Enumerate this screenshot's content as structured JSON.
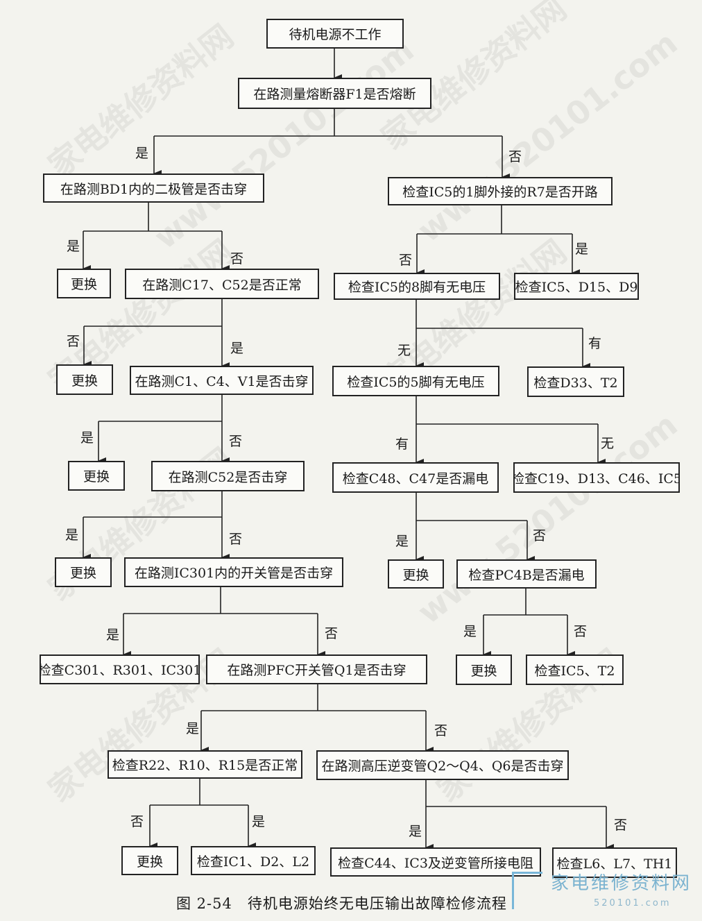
{
  "boxes": {
    "start": "待机电源不工作",
    "fuse": "在路测量熔断器F1是否熔断",
    "bd1": "在路测BD1内的二极管是否击穿",
    "r7": "检查IC5的1脚外接的R7是否开路",
    "replace1": "更换",
    "c17": "在路测C17、C52是否正常",
    "pin8": "检查IC5的8脚有无电压",
    "chk_ic5_d15": "检查IC5、D15、D9",
    "replace2": "更换",
    "c1": "在路测C1、C4、V1是否击穿",
    "pin5": "检查IC5的5脚有无电压",
    "chk_d33": "检查D33、T2",
    "replace3": "更换",
    "c52": "在路测C52是否击穿",
    "c48": "检查C48、C47是否漏电",
    "chk_c19": "检查C19、D13、C46、IC5",
    "replace4": "更换",
    "ic301": "在路测IC301内的开关管是否击穿",
    "replace5": "更换",
    "pc4b": "检查PC4B是否漏电",
    "chk_c301": "检查C301、R301、IC301",
    "pfc": "在路测PFC开关管Q1是否击穿",
    "replace6": "更换",
    "chk_ic5_t2": "检查IC5、T2",
    "r22": "检查R22、R10、R15是否正常",
    "hv": "在路测高压逆变管Q2～Q4、Q6是否击穿",
    "replace7": "更换",
    "chk_ic1": "检查IC1、D2、L2",
    "chk_c44": "检查C44、IC3及逆变管所接电阻",
    "chk_l6": "检查L6、L7、TH1"
  },
  "labels": {
    "yes": "是",
    "no": "否",
    "have": "有",
    "none": "无"
  },
  "caption": "图 2-54　待机电源始终无电压输出故障检修流程",
  "watermark": {
    "text": "家电维修资料网",
    "url": "www.520101.com"
  },
  "logo": {
    "text": "家电维修资料网",
    "url": "520101.com"
  }
}
